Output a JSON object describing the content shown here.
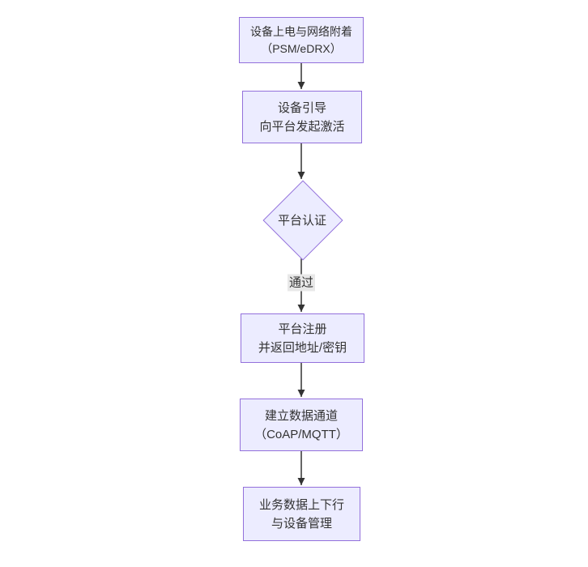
{
  "diagram": {
    "type": "flowchart",
    "direction": "top-down",
    "colors": {
      "background": "#ffffff",
      "node_fill": "#ECECFF",
      "node_border": "#9370DB",
      "text": "#333333",
      "edge": "#333333",
      "edge_label_bg": "#e8e8e8"
    },
    "nodes": [
      {
        "id": "power-attach",
        "shape": "rect",
        "lines": [
          "设备上电与网络附着",
          "（PSM/eDRX）"
        ]
      },
      {
        "id": "bootstrap",
        "shape": "rect",
        "lines": [
          "设备引导",
          "向平台发起激活"
        ]
      },
      {
        "id": "platform-auth",
        "shape": "diamond",
        "lines": [
          "平台认证"
        ]
      },
      {
        "id": "platform-register",
        "shape": "rect",
        "lines": [
          "平台注册",
          "并返回地址/密钥"
        ]
      },
      {
        "id": "data-channel",
        "shape": "rect",
        "lines": [
          "建立数据通道",
          "（CoAP/MQTT）"
        ]
      },
      {
        "id": "business-data",
        "shape": "rect",
        "lines": [
          "业务数据上下行",
          "与设备管理"
        ]
      }
    ],
    "edges": [
      {
        "from": "power-attach",
        "to": "bootstrap",
        "label": ""
      },
      {
        "from": "bootstrap",
        "to": "platform-auth",
        "label": ""
      },
      {
        "from": "platform-auth",
        "to": "platform-register",
        "label": "通过"
      },
      {
        "from": "platform-register",
        "to": "data-channel",
        "label": ""
      },
      {
        "from": "data-channel",
        "to": "business-data",
        "label": ""
      }
    ]
  }
}
